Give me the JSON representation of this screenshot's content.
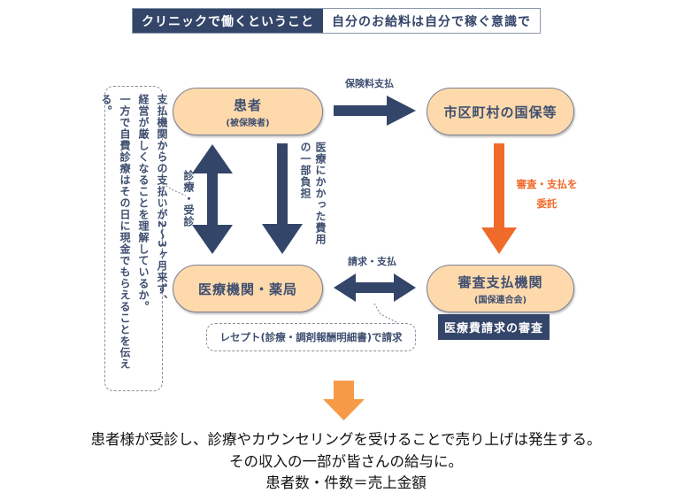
{
  "header": {
    "left_label": "クリニックで働くということ",
    "right_label": "自分のお給料は自分で稼ぐ意識で"
  },
  "nodes": {
    "patient": {
      "main": "患者",
      "sub": "(被保険者)"
    },
    "municipality": {
      "main": "市区町村の国保等"
    },
    "clinic": {
      "main": "医療機関・薬局"
    },
    "review_org": {
      "main": "審査支払機関",
      "sub": "(国保連合会)"
    }
  },
  "edges": {
    "premium": "保険料支払",
    "treatment": "診療・受診",
    "copay": "医療にかかった費用の一部負担",
    "delegation_line1": "審査・支払を",
    "delegation_line2": "委託",
    "claim": "請求・支払"
  },
  "notes": {
    "vertical_note_lines": [
      "支払機関からの支払いが2〜3ヶ月来ず、",
      "経営が厳しくなることを理解しているか。",
      "一方で自費診療はその日に現金でもらえることを伝える。"
    ],
    "receipt_note": "レセプト(診療・調剤報酬明細書)で請求",
    "review_badge": "医療費請求の審査"
  },
  "conclusion": {
    "line1": "患者様が受診し、診療やカウンセリングを受けることで売り上げは発生する。",
    "line2": "その収入の一部が皆さんの給与に。",
    "line3": "患者数・件数＝売上金額"
  },
  "colors": {
    "navy": "#34456a",
    "pill_fill": "#fdd9ac",
    "orange_arrow": "#f06a2a",
    "light_orange_arrow": "#f79a48"
  }
}
